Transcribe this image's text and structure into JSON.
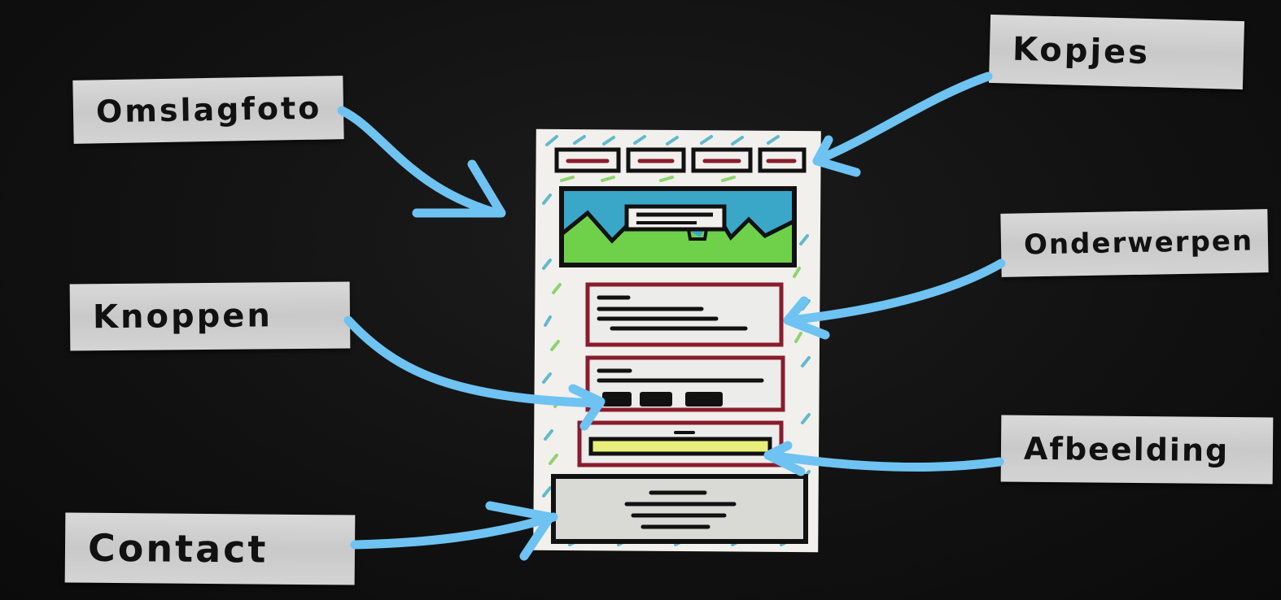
{
  "labels": {
    "omslagfoto": "Omslagfoto",
    "knoppen": "Knoppen",
    "contact": "Contact",
    "kopjes": "Kopjes",
    "onderwerpen": "Onderwerpen",
    "afbeelding": "Afbeelding"
  },
  "colors": {
    "arrow": "#6ec3f2",
    "heading_red": "#8a1c2e",
    "hero_sky": "#3aa7c9",
    "hero_grass": "#6fd04a",
    "highlight": "#e8ee7a",
    "paper": "#f1f0ec",
    "ink": "#111111"
  }
}
